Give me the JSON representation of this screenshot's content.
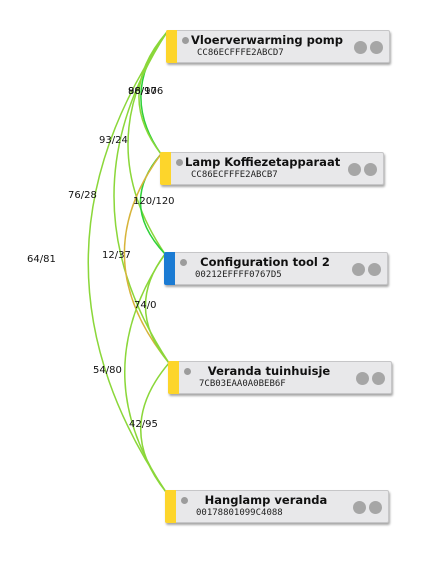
{
  "colors": {
    "router_accent": "#fdd52b",
    "coordinator_accent": "#1b7bd3",
    "link_strong": "#2fd13a",
    "link_good": "#8bd73a",
    "link_medium": "#d7b43a"
  },
  "nodes": [
    {
      "id": "n1",
      "title": "Vloerverwarming pomp",
      "address": "CC86ECFFFE2ABCD7",
      "role": "router",
      "menu_icon": "more-icon",
      "info_icon": "info-icon"
    },
    {
      "id": "n2",
      "title": "Lamp Koffiezetapparaat",
      "address": "CC86ECFFFE2ABCB7",
      "role": "router",
      "menu_icon": "more-icon",
      "info_icon": "info-icon"
    },
    {
      "id": "n3",
      "title": "Configuration tool 2",
      "address": "00212EFFFF0767D5",
      "role": "coordinator",
      "menu_icon": "more-icon",
      "info_icon": "info-icon"
    },
    {
      "id": "n4",
      "title": "Veranda tuinhuisje",
      "address": "7CB03EAA0A0BEB6F",
      "role": "router",
      "menu_icon": "more-icon",
      "info_icon": "info-icon"
    },
    {
      "id": "n5",
      "title": "Hanglamp veranda",
      "address": "00178801099C4088",
      "role": "router",
      "menu_icon": "more-icon",
      "info_icon": "info-icon"
    }
  ],
  "links": [
    {
      "from": "n1",
      "to": "n2",
      "label": "98/106",
      "quality": "strong"
    },
    {
      "from": "n1",
      "to": "n2",
      "label": "86/97",
      "quality": "good"
    },
    {
      "from": "n1",
      "to": "n3",
      "label": "93/24",
      "quality": "good"
    },
    {
      "from": "n1",
      "to": "n4",
      "label": "76/28",
      "quality": "good"
    },
    {
      "from": "n1",
      "to": "n5",
      "label": "64/81",
      "quality": "good"
    },
    {
      "from": "n2",
      "to": "n3",
      "label": "120/120",
      "quality": "strong"
    },
    {
      "from": "n2",
      "to": "n4",
      "label": "12/37",
      "quality": "medium"
    },
    {
      "from": "n3",
      "to": "n4",
      "label": "74/0",
      "quality": "good"
    },
    {
      "from": "n3",
      "to": "n5",
      "label": "54/80",
      "quality": "good"
    },
    {
      "from": "n4",
      "to": "n5",
      "label": "42/95",
      "quality": "good"
    }
  ]
}
